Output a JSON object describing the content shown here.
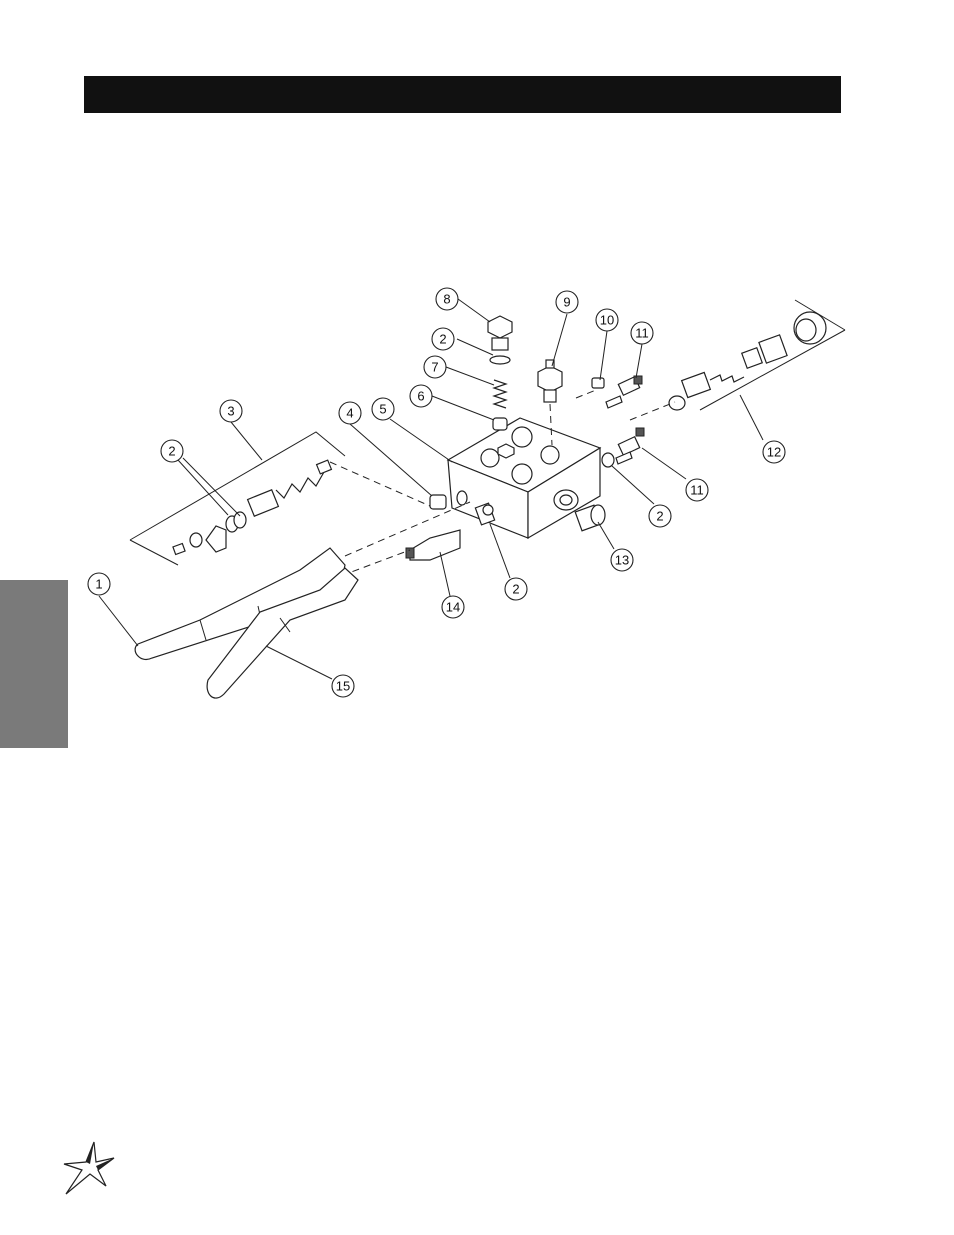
{
  "page": {
    "colors": {
      "header_bar": "#111111",
      "side_tab": "#7a7a7a",
      "line": "#222222"
    }
  },
  "diagram": {
    "callouts": [
      {
        "id": "c1",
        "label": "1"
      },
      {
        "id": "c2a",
        "label": "2"
      },
      {
        "id": "c2b",
        "label": "2"
      },
      {
        "id": "c2c",
        "label": "2"
      },
      {
        "id": "c2d",
        "label": "2"
      },
      {
        "id": "c3",
        "label": "3"
      },
      {
        "id": "c4",
        "label": "4"
      },
      {
        "id": "c5",
        "label": "5"
      },
      {
        "id": "c6",
        "label": "6"
      },
      {
        "id": "c7",
        "label": "7"
      },
      {
        "id": "c8",
        "label": "8"
      },
      {
        "id": "c9",
        "label": "9"
      },
      {
        "id": "c10",
        "label": "10"
      },
      {
        "id": "c11a",
        "label": "11"
      },
      {
        "id": "c11b",
        "label": "11"
      },
      {
        "id": "c12",
        "label": "12"
      },
      {
        "id": "c13",
        "label": "13"
      },
      {
        "id": "c14",
        "label": "14"
      },
      {
        "id": "c15",
        "label": "15"
      }
    ]
  },
  "footer": {
    "logo_icon": "star-burst-icon"
  }
}
